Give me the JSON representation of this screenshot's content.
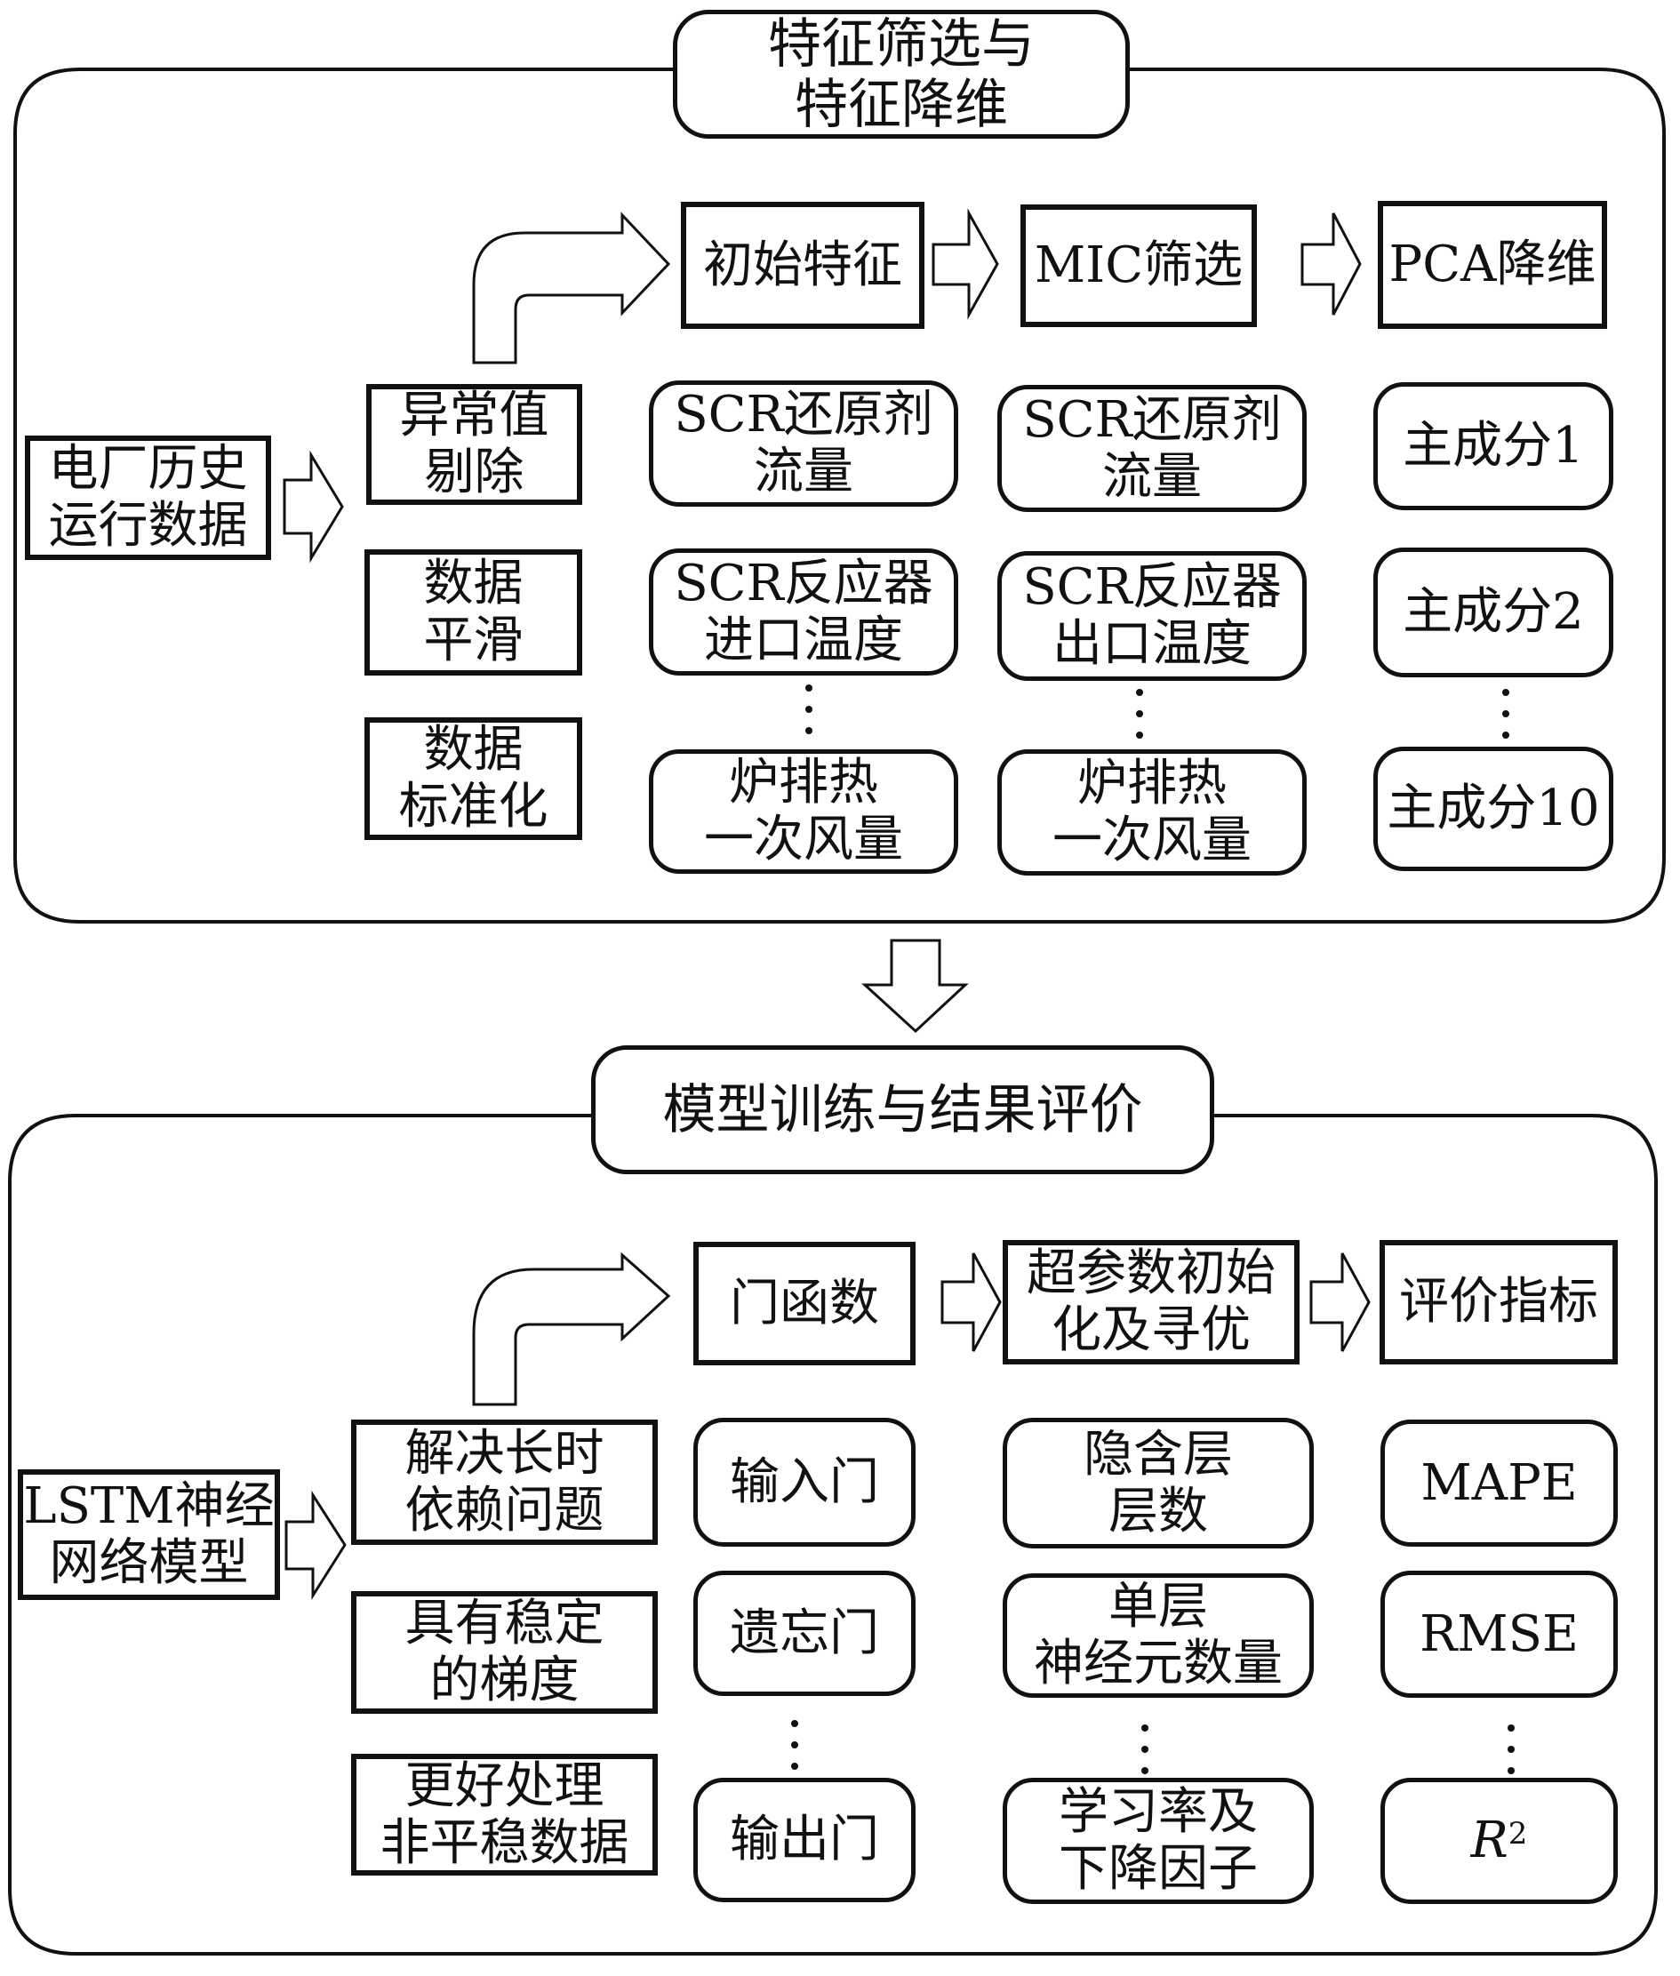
{
  "stage1": {
    "title_line1": "特征筛选与",
    "title_line2": "特征降维",
    "source": {
      "line1": "电厂历史",
      "line2": "运行数据"
    },
    "preprocessing": [
      {
        "line1": "异常值",
        "line2": "剔除"
      },
      {
        "line1": "数据",
        "line2": "平滑"
      },
      {
        "line1": "数据",
        "line2": "标准化"
      }
    ],
    "flow_headers": [
      "初始特征",
      "MIC筛选",
      "PCA降维"
    ],
    "initial_features": [
      {
        "line1": "SCR还原剂",
        "line2": "流量"
      },
      {
        "line1": "SCR反应器",
        "line2": "进口温度"
      },
      {
        "line1": "炉排热",
        "line2": "一次风量"
      }
    ],
    "mic_features": [
      {
        "line1": "SCR还原剂",
        "line2": "流量"
      },
      {
        "line1": "SCR反应器",
        "line2": "出口温度"
      },
      {
        "line1": "炉排热",
        "line2": "一次风量"
      }
    ],
    "pca_components": [
      "主成分1",
      "主成分2",
      "主成分10"
    ]
  },
  "stage2": {
    "title": "模型训练与结果评价",
    "source": {
      "line1": "LSTM神经",
      "line2": "网络模型"
    },
    "advantages": [
      {
        "line1": "解决长时",
        "line2": "依赖问题"
      },
      {
        "line1": "具有稳定",
        "line2": "的梯度"
      },
      {
        "line1": "更好处理",
        "line2": "非平稳数据"
      }
    ],
    "flow_headers": [
      {
        "line1": "门函数",
        "line2": ""
      },
      {
        "line1": "超参数初始",
        "line2": "化及寻优"
      },
      {
        "line1": "评价指标",
        "line2": ""
      }
    ],
    "gates": [
      "输入门",
      "遗忘门",
      "输出门"
    ],
    "hyperparameters": [
      {
        "line1": "隐含层",
        "line2": "层数"
      },
      {
        "line1": "单层",
        "line2": "神经元数量"
      },
      {
        "line1": "学习率及",
        "line2": "下降因子"
      }
    ],
    "metrics": [
      "MAPE",
      "RMSE"
    ],
    "metric_r2": {
      "base": "R",
      "sup": "2"
    }
  }
}
